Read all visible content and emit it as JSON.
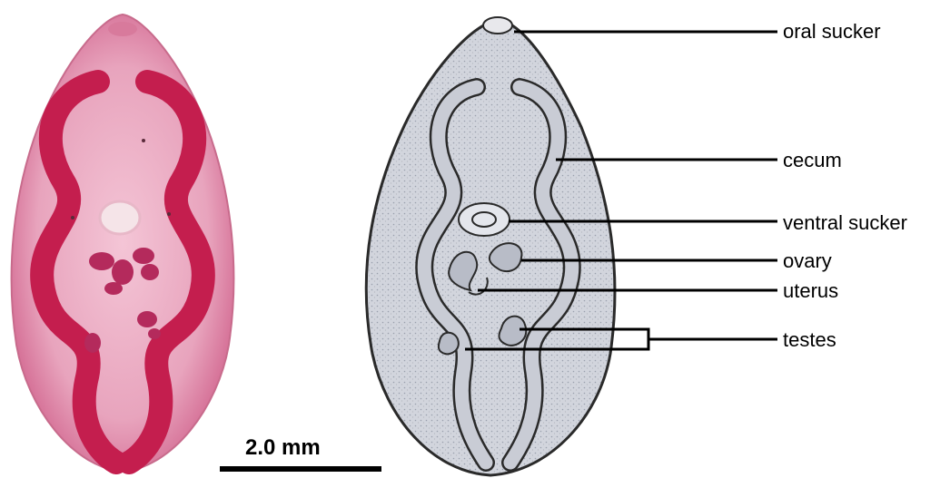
{
  "labels": {
    "oral_sucker": "oral sucker",
    "cecum": "cecum",
    "ventral_sucker": "ventral sucker",
    "ovary": "ovary",
    "uterus": "uterus",
    "testes": "testes"
  },
  "scale_bar": {
    "label": "2.0 mm"
  },
  "colors": {
    "specimen_body": "#e79ab6",
    "specimen_cecum": "#c8204f",
    "drawing_body": "#cfd3dc",
    "drawing_outline": "#3a3a3a",
    "leader_line": "#000000"
  }
}
